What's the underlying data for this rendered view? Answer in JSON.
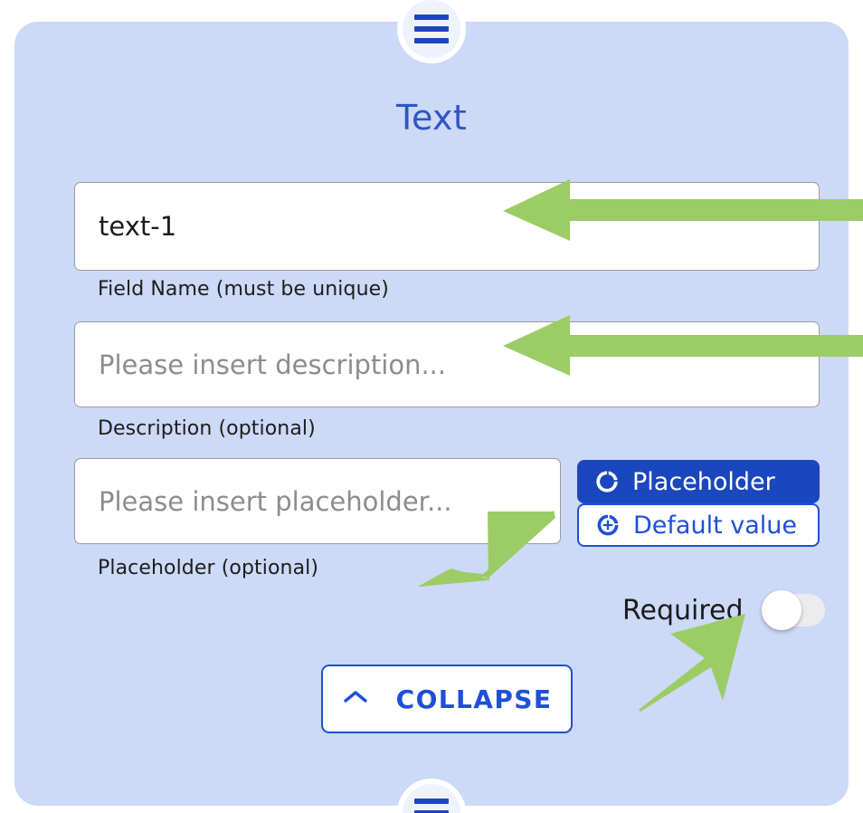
{
  "card": {
    "title": "Text",
    "bg_color": "#ccd9f7",
    "title_color": "#2f55c5"
  },
  "handles": {
    "top_icon": "drag-handle-icon",
    "bottom_icon": "drag-handle-icon"
  },
  "fields": [
    {
      "name": "field-name",
      "value": "text-1",
      "placeholder": "",
      "label": "Field Name (must be unique)"
    },
    {
      "name": "description",
      "value": "",
      "placeholder": "Please insert description...",
      "label": "Description (optional)"
    },
    {
      "name": "placeholder",
      "value": "",
      "placeholder": "Please insert placeholder...",
      "label": "Placeholder (optional)"
    }
  ],
  "mode_buttons": [
    {
      "label": "Placeholder",
      "icon": "donut-ring-icon",
      "active": true,
      "bg_color": "#1a47bd",
      "text_color": "#ffffff"
    },
    {
      "label": "Default value",
      "icon": "donut-plus-icon",
      "active": false,
      "bg_color": "#ffffff",
      "text_color": "#1e4fd8"
    }
  ],
  "required": {
    "label": "Required",
    "toggle_state": "off",
    "track_color": "#ececec",
    "knob_color": "#ffffff"
  },
  "collapse": {
    "label": "COLLAPSE",
    "icon": "chevron-up-icon",
    "border_color": "#1e4fd8",
    "text_color": "#1e4fd8"
  },
  "annotations": {
    "arrow_color": "#9ccc65",
    "arrows": [
      {
        "name": "arrow-to-field-name",
        "direction": "left"
      },
      {
        "name": "arrow-to-description",
        "direction": "left"
      },
      {
        "name": "arrow-to-default-value",
        "direction": "up-right"
      },
      {
        "name": "arrow-to-required-toggle",
        "direction": "up-right"
      }
    ]
  }
}
